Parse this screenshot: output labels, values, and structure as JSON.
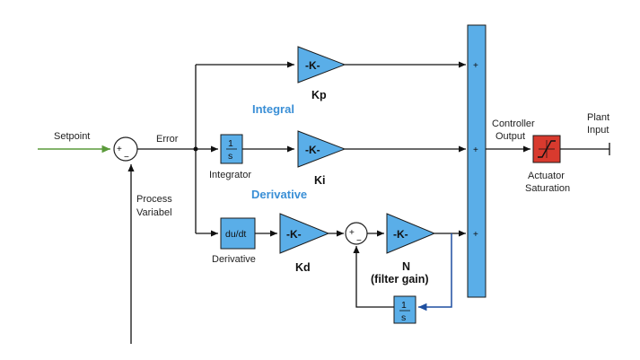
{
  "labels": {
    "setpoint": "Setpoint",
    "error": "Error",
    "process_variable_line1": "Process",
    "process_variable_line2": "Variabel",
    "integral": "Integral",
    "derivative_section": "Derivative",
    "integrator": "Integrator",
    "derivative_block": "Derivative",
    "controller_output_line1": "Controller",
    "controller_output_line2": "Output",
    "plant_input_line1": "Plant",
    "plant_input_line2": "Input",
    "actuator_line1": "Actuator",
    "actuator_line2": "Saturation",
    "n_gain": "N",
    "filter_gain": "(filter gain)"
  },
  "gains": {
    "kp": {
      "inner": "-K-",
      "name": "Kp"
    },
    "ki": {
      "inner": "-K-",
      "name": "Ki"
    },
    "kd": {
      "inner": "-K-",
      "name": "Kd"
    },
    "n": {
      "inner": "-K-"
    }
  },
  "blocks": {
    "integrator": {
      "num": "1",
      "den": "s"
    },
    "derivative": {
      "text": "du/dt"
    },
    "filter_integrator": {
      "num": "1",
      "den": "s"
    }
  },
  "signs": {
    "error_sum_plus": "+",
    "error_sum_minus": "−",
    "filter_sum_plus": "+",
    "filter_sum_minus": "−",
    "bus_plus": "+"
  },
  "colors": {
    "block_fill": "#5aaee8",
    "saturation_fill": "#d83a2e",
    "setpoint_wire": "#5a9a3a",
    "feedback_wire": "#1e4fa0",
    "section_label": "#3a8fd6"
  }
}
